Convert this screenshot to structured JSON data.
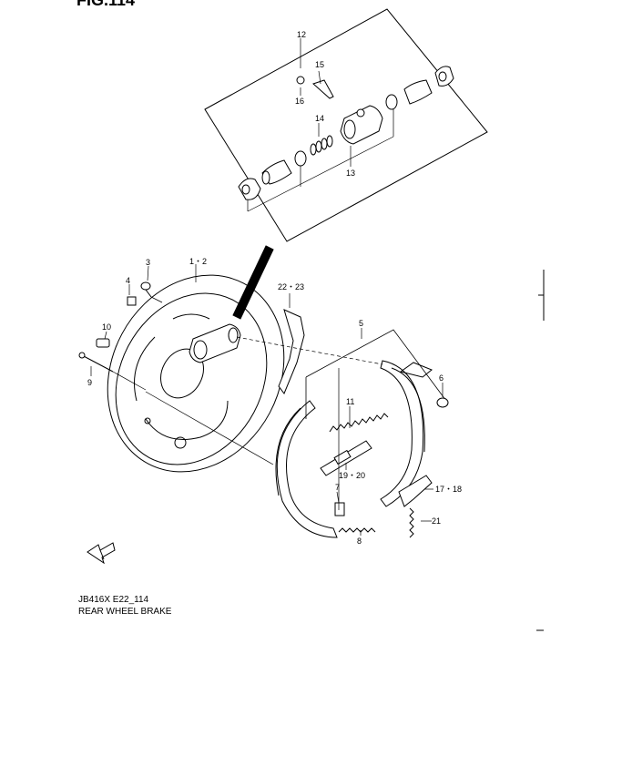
{
  "header": {
    "fig_title": "FIG.114"
  },
  "caption": {
    "code": "JB416X E22_114",
    "title": "REAR WHEEL BRAKE"
  },
  "callouts": {
    "c1_2": "1・2",
    "c3": "3",
    "c4": "4",
    "c5": "5",
    "c6": "6",
    "c7": "7",
    "c8": "8",
    "c9": "9",
    "c10": "10",
    "c11": "11",
    "c12": "12",
    "c13": "13",
    "c14": "14",
    "c15": "15",
    "c16": "16",
    "c17_18": "17・18",
    "c19_20": "19・20",
    "c21": "21",
    "c22_23": "22・23"
  },
  "icons": {
    "direction": "front-direction-arrow-icon"
  }
}
